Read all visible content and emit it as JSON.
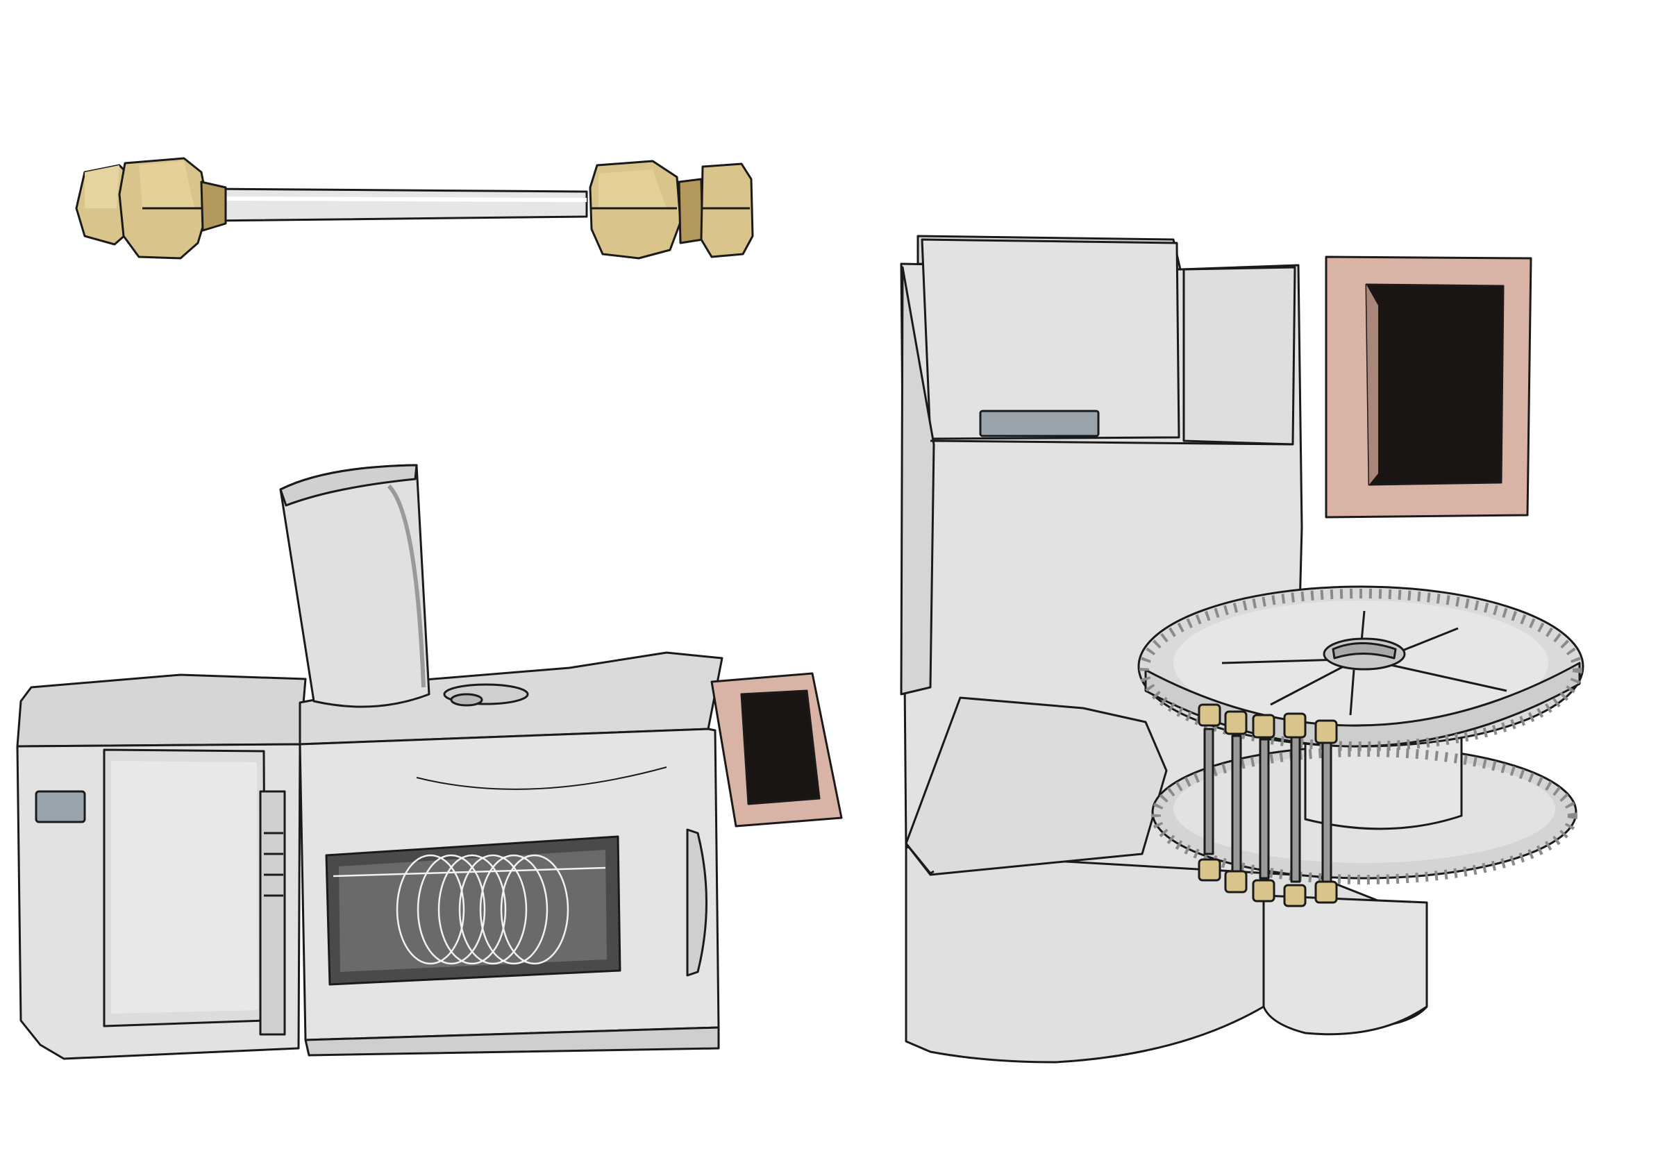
{
  "scene": {
    "objects": [
      {
        "name": "column-fitting-assembly",
        "icon": "tube-with-brass-fittings-icon"
      },
      {
        "name": "gas-chromatograph",
        "icon": "gas-chromatograph-icon"
      },
      {
        "name": "autosampler-instrument",
        "icon": "autosampler-icon"
      }
    ]
  },
  "colors": {
    "outline": "#1a1a1a",
    "body": "#e2e2e2",
    "body_shade": "#c8c8c8",
    "body_dark": "#a8a8a8",
    "brass": "#d9c48c",
    "brass_shade": "#b39a5c",
    "screen_frame": "#d9b3a6",
    "screen": "#1a1412",
    "label_plate": "#9aa4ad",
    "oven_window": "#4a4a4a",
    "tray": "#dadada"
  }
}
